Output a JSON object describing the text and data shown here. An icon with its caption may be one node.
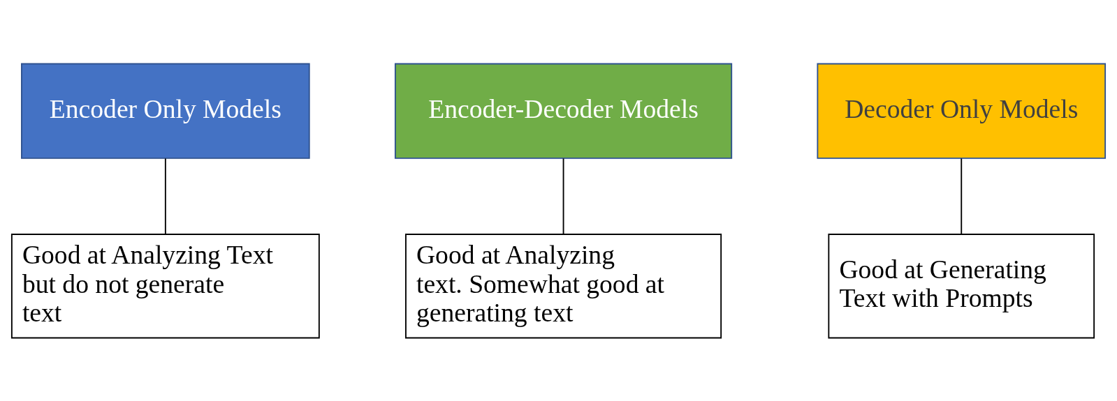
{
  "diagram": {
    "nodes": [
      {
        "text": [
          "Encoder Only Models"
        ]
      },
      {
        "text": [
          "Encoder-Decoder Models"
        ]
      },
      {
        "text": [
          "Decoder Only Models"
        ]
      },
      {
        "text": [
          "Good at Analyzing Text but do not generate text"
        ]
      },
      {
        "text": [
          "Good at Analyzing text. Somewhat good at generating text"
        ]
      },
      {
        "text": [
          "Good at Generating Text with Prompts"
        ]
      }
    ],
    "edges": [
      {
        "from": 3,
        "to": 0,
        "arrow": "none"
      },
      {
        "from": 4,
        "to": 1,
        "arrow": "none"
      },
      {
        "from": 5,
        "to": 2,
        "arrow": "none"
      }
    ]
  }
}
